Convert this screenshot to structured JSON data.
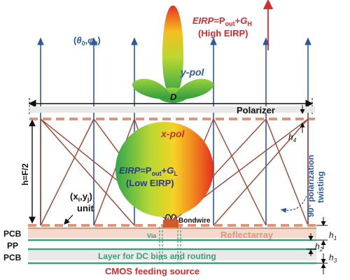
{
  "labels": {
    "high_eirp": {
      "eirp": "EIRP",
      "eq": "=P",
      "sub_out": "out",
      "plus": "+",
      "g": "G",
      "sub_h": "H",
      "paren": "(High EIRP)"
    },
    "angle": {
      "open": "(",
      "theta": "θ",
      "sub0a": "0",
      "comma": ",",
      "phi": "φ",
      "sub0b": "0",
      "close": ")"
    },
    "ypol": "y-pol",
    "directivity": "D",
    "polarizer": "Polarizer",
    "h4": "h",
    "h4_sub": "4",
    "xpol": "x-pol",
    "low_eirp": {
      "eirp": "EIRP",
      "eq": "=P",
      "sub_out": "out",
      "plus": "+",
      "g": "G",
      "sub_l": "L",
      "paren": "(Low EIRP)"
    },
    "focal": "h=F/2",
    "unit_xy": {
      "open": "(x",
      "sub_i": "i",
      "comma": ",y",
      "sub_j": "j",
      "close": ")"
    },
    "unit": "unit",
    "twist_1": "90° polarization",
    "twist_2": "twisting",
    "bondwire": "Bondwire",
    "via": "Via",
    "pcb1": "PCB",
    "reflectarray": "Reflectarray",
    "h1": "h",
    "h1_sub": "1",
    "pp": "PP",
    "h2": "h",
    "h2_sub": "2",
    "pcb2": "PCB",
    "dc_layer": "Layer for DC bias and routing",
    "h3": "h",
    "h3_sub": "3",
    "cmos": "CMOS feeding source"
  },
  "colors": {
    "blue": "#2b5a9e",
    "red": "#d42b2b",
    "salmon": "#e0957a",
    "brown": "#a0432f",
    "green": "#3aa07a",
    "dark": "#111111"
  }
}
